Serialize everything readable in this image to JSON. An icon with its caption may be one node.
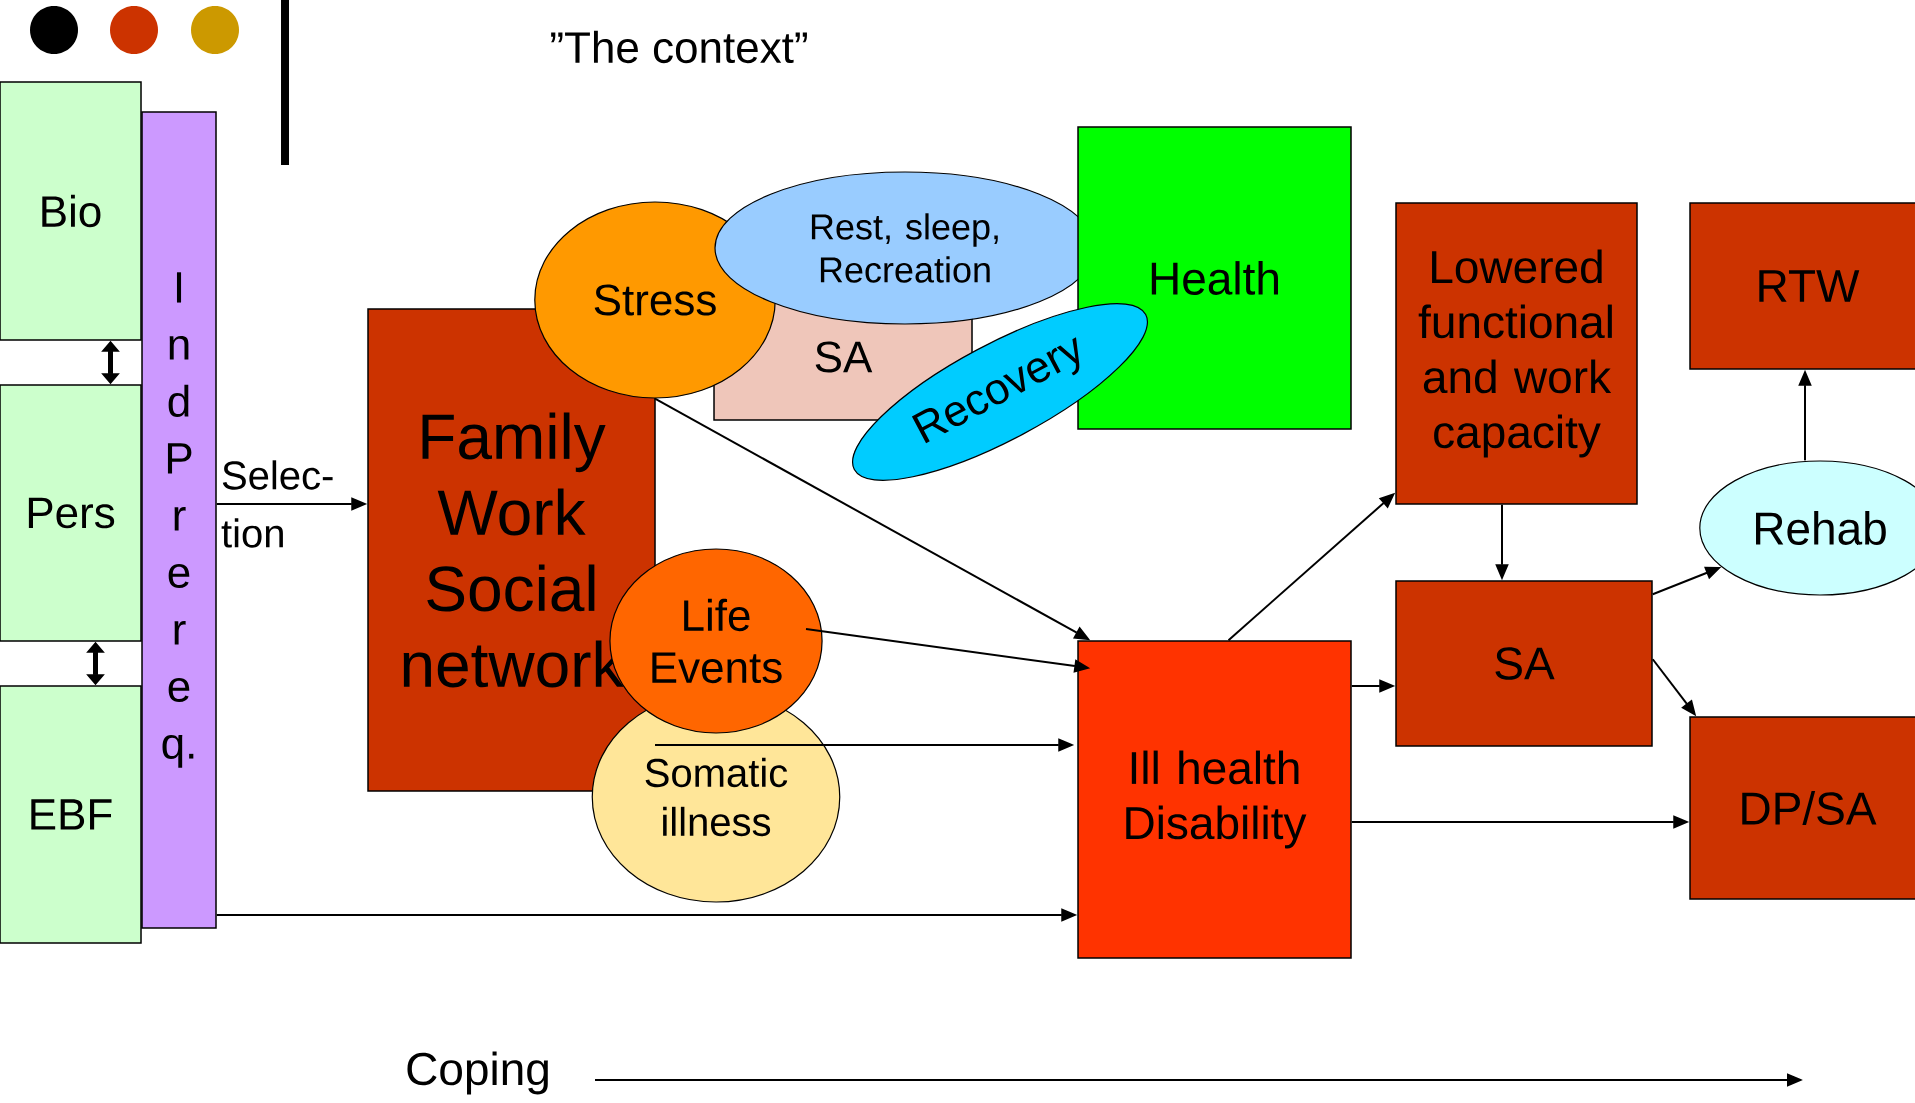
{
  "diagram": {
    "title": "”The context”",
    "nodes": [
      {
        "text": [
          "Bio"
        ]
      },
      {
        "text": [
          "Pers"
        ]
      },
      {
        "text": [
          "EBF"
        ]
      },
      {
        "text": [
          "I n d P r e r e q."
        ]
      },
      {
        "text": [
          "Family Work Social network"
        ]
      },
      {
        "text": [
          "Stress"
        ]
      },
      {
        "text": [
          "Rest, sleep, Recreation"
        ]
      },
      {
        "text": [
          "SA"
        ]
      },
      {
        "text": [
          "Health"
        ]
      },
      {
        "text": [
          "Recovery"
        ]
      },
      {
        "text": [
          "Life Events"
        ]
      },
      {
        "text": [
          "Somatic illness"
        ]
      },
      {
        "text": [
          "Ill health Disability"
        ]
      },
      {
        "text": [
          "Lowered functional and work capacity"
        ]
      },
      {
        "text": [
          "SA"
        ]
      },
      {
        "text": [
          "RTW"
        ]
      },
      {
        "text": [
          "Rehab"
        ]
      },
      {
        "text": [
          "DP/SA"
        ]
      }
    ],
    "edges": [
      {
        "from": 0,
        "to": 1,
        "arrow": "both",
        "style": "thick"
      },
      {
        "from": 1,
        "to": 2,
        "arrow": "both",
        "style": "thick"
      },
      {
        "from": 3,
        "to": 4,
        "arrow": "to",
        "label": "Selec- tion"
      },
      {
        "from": 3,
        "to": 12,
        "arrow": "to"
      },
      {
        "from": 5,
        "to": 12,
        "arrow": "to"
      },
      {
        "from": 10,
        "to": 12,
        "arrow": "to"
      },
      {
        "from": 11,
        "to": 12,
        "arrow": "to"
      },
      {
        "from": 12,
        "to": 13,
        "arrow": "to"
      },
      {
        "from": 12,
        "to": 14,
        "arrow": "to"
      },
      {
        "from": 12,
        "to": 17,
        "arrow": "to"
      },
      {
        "from": 13,
        "to": 14,
        "arrow": "to"
      },
      {
        "from": 14,
        "to": 16,
        "arrow": "to"
      },
      {
        "from": 14,
        "to": 17,
        "arrow": "to"
      },
      {
        "from": 16,
        "to": 15,
        "arrow": "to"
      }
    ],
    "labels": [
      "Coping"
    ]
  }
}
